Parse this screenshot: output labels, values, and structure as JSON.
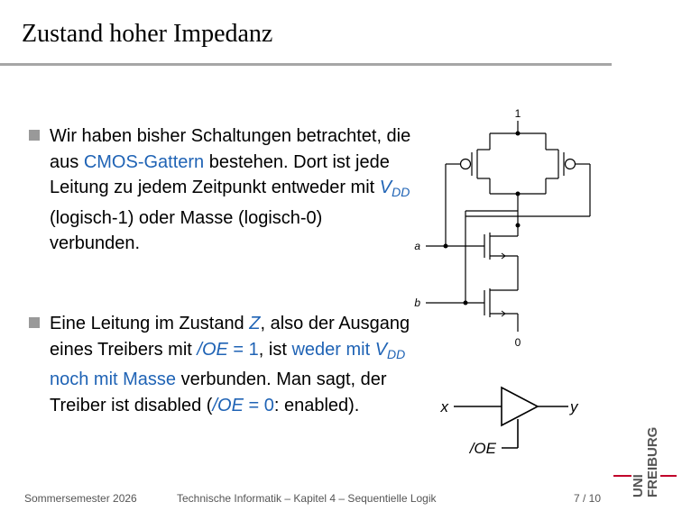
{
  "slide": {
    "title": "Zustand hoher Impedanz"
  },
  "bullets": [
    {
      "t1": "Wir haben bisher Schaltungen betrachtet, die aus ",
      "link": "CMOS-Gattern",
      "t2": " bestehen. Dort ist jede Leitung zu jedem Zeitpunkt entweder mit ",
      "vdd_base": "V",
      "vdd_sub": "DD",
      "t3": " (logisch-1) oder Masse (logisch-0) verbunden."
    },
    {
      "t1": "Eine Leitung im Zustand ",
      "z": "Z",
      "t2": ", also der Ausgang eines Treibers mit ",
      "oe_slash": "/",
      "oe": "OE",
      "oe_eq1": " = 1",
      "t3": ", ist ",
      "blue1": "weder mit ",
      "vdd_base": "V",
      "vdd_sub": "DD",
      "blue2": " noch mit Masse",
      "t4": " verbunden. Man sagt, der Treiber ist disabled (",
      "oe2_slash": "/",
      "oe2": "OE",
      "oe_eq0": " = 0",
      "t5": ": enabled)."
    }
  ],
  "circuit": {
    "vdd_label": "1",
    "gnd_label": "0",
    "input_a": "a",
    "input_b": "b"
  },
  "buffer": {
    "input": "x",
    "output": "y",
    "enable": "/OE"
  },
  "footer": {
    "left": "Sommersemester 2026",
    "center": "Technische Informatik –  Kapitel 4 – Sequentielle Logik",
    "page": "7 / 10"
  },
  "logo": {
    "line1": "UNI",
    "line2": "FREIBURG"
  },
  "colors": {
    "accent": "#1f63b5",
    "logo_red": "#c1002a",
    "rule": "#a6a6a6"
  }
}
